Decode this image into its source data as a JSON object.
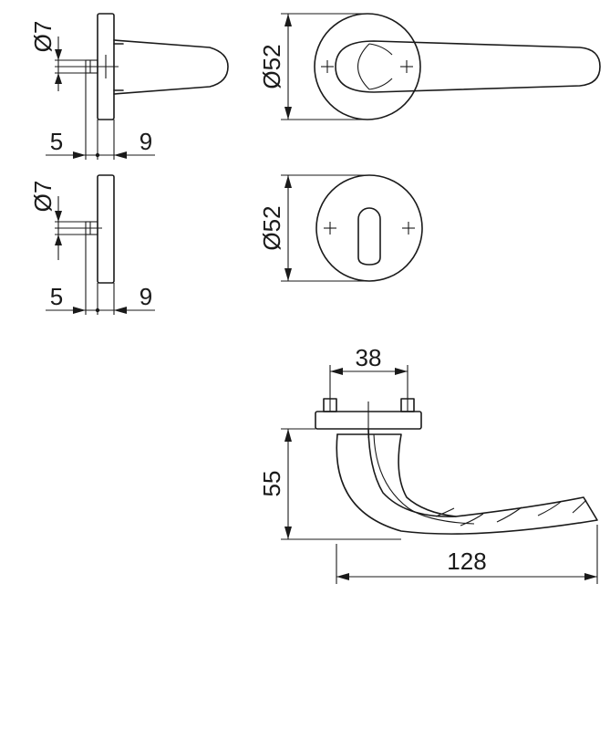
{
  "dimensions": {
    "side_lever_pin_dia": "Ø7",
    "side_lever_left": "5",
    "side_lever_right": "9",
    "side_escutcheon_pin_dia": "Ø7",
    "side_escutcheon_left": "5",
    "side_escutcheon_right": "9",
    "lever_rose_dia": "Ø52",
    "escutcheon_rose_dia": "Ø52",
    "fixing_spacing": "38",
    "lever_height": "55",
    "lever_length": "128"
  },
  "colors": {
    "line": "#1a1a1a",
    "background": "#ffffff"
  }
}
